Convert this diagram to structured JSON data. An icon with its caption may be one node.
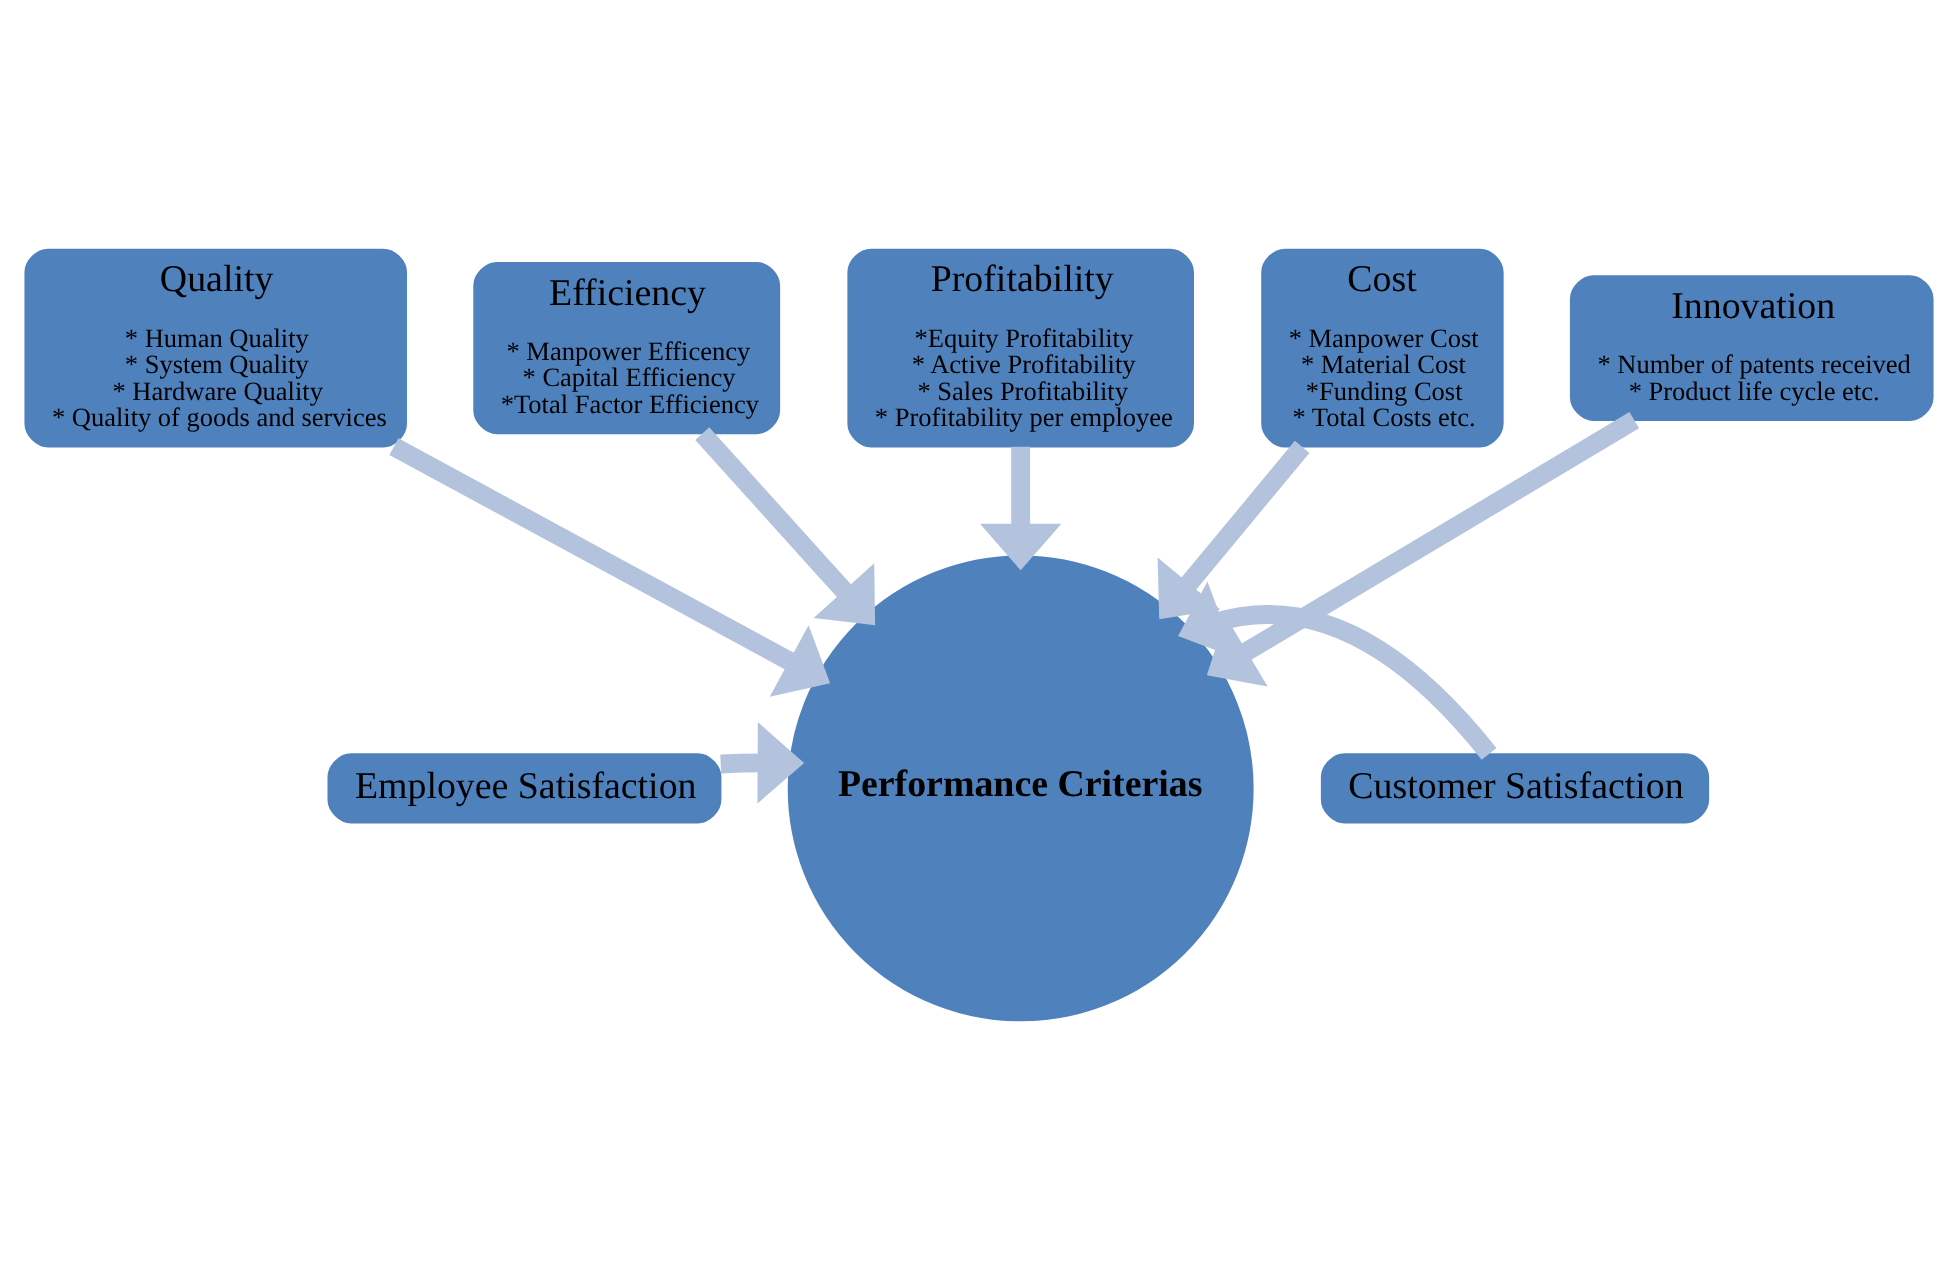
{
  "diagram": {
    "nodes": [
      {
        "text": [
          "Performance Criterias"
        ]
      },
      {
        "text": [
          "Quality",
          "* Human Quality",
          "* System Quality",
          "* Hardware Quality",
          "* Quality of goods and services"
        ]
      },
      {
        "text": [
          "Efficiency",
          "* Manpower Efficency",
          "* Capital Efficiency",
          "*Total Factor Efficiency"
        ]
      },
      {
        "text": [
          "Profitability",
          "*Equity Profitability",
          "* Active Profitability",
          "* Sales Profitability",
          "* Profitability per employee"
        ]
      },
      {
        "text": [
          "Cost",
          "* Manpower Cost",
          "* Material Cost",
          "*Funding Cost",
          "* Total Costs etc."
        ]
      },
      {
        "text": [
          "Innovation",
          "* Number of patents received",
          "* Product life cycle etc."
        ]
      },
      {
        "text": [
          "Employee Satisfaction"
        ]
      },
      {
        "text": [
          "Customer Satisfaction"
        ]
      }
    ],
    "edges": [
      {
        "from": 1,
        "to": 0,
        "arrow": "to"
      },
      {
        "from": 2,
        "to": 0,
        "arrow": "to"
      },
      {
        "from": 3,
        "to": 0,
        "arrow": "to"
      },
      {
        "from": 4,
        "to": 0,
        "arrow": "to"
      },
      {
        "from": 5,
        "to": 0,
        "arrow": "to"
      },
      {
        "from": 6,
        "to": 0,
        "arrow": "to"
      },
      {
        "from": 7,
        "to": 0,
        "arrow": "to"
      }
    ]
  }
}
